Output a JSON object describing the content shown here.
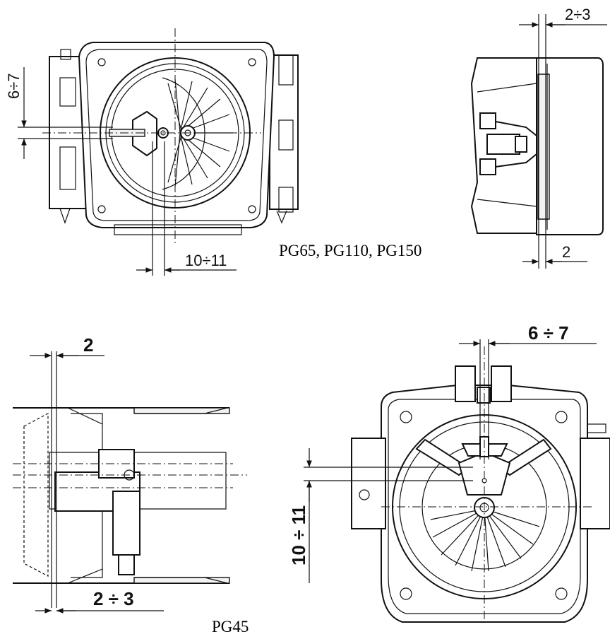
{
  "captions": {
    "top": "PG65, PG110, PG150",
    "bottom": "PG45"
  },
  "dimensions": {
    "top_front_vertical": "6÷7",
    "top_front_horizontal": "10÷11",
    "top_side_upper": "2÷3",
    "top_side_lower": "2",
    "bottom_side_upper": "2",
    "bottom_side_lower": "2 ÷ 3",
    "bottom_front_horizontal": "6 ÷ 7",
    "bottom_front_vertical": "10 ÷ 11"
  }
}
